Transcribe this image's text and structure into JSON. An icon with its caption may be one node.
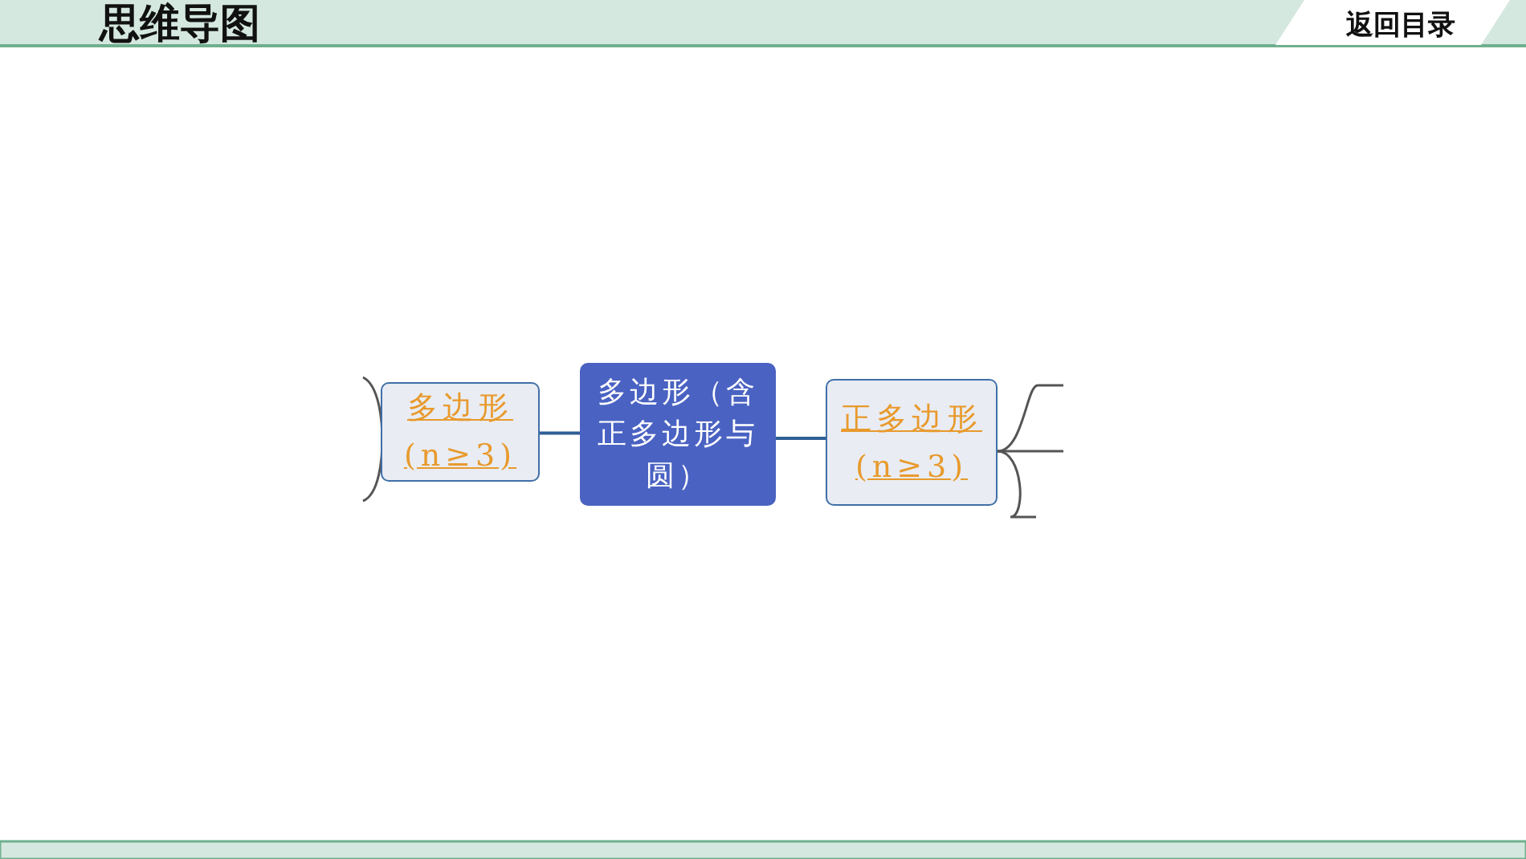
{
  "diagram": {
    "title": "思维导图",
    "nodes": [
      {
        "text": [
          "多边形（含正多边形与圆）"
        ]
      },
      {
        "text": [
          "多边形(n≥3)"
        ]
      },
      {
        "text": [
          "正多边形(n≥3)"
        ]
      }
    ],
    "edges": [
      {
        "from": 0,
        "to": 1,
        "arrow": "none"
      },
      {
        "from": 0,
        "to": 2,
        "arrow": "none"
      },
      {
        "from": 2,
        "to": null,
        "arrow": "none"
      },
      {
        "from": 2,
        "to": null,
        "arrow": "none"
      },
      {
        "from": 2,
        "to": null,
        "arrow": "none"
      }
    ],
    "labels": [
      "返回目录"
    ]
  }
}
